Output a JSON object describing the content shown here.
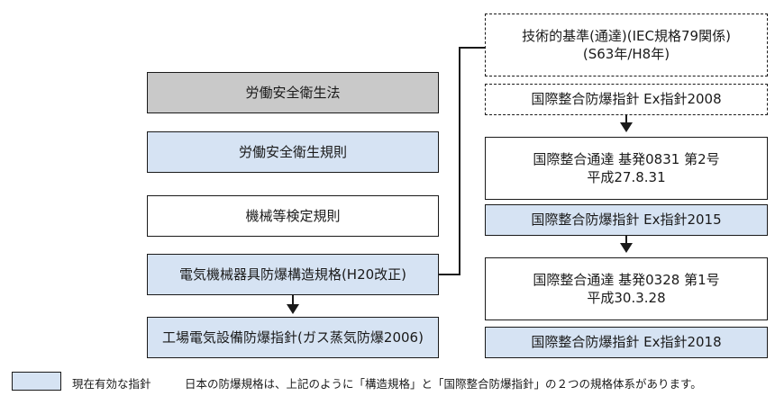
{
  "left_column": {
    "law": "労働安全衛生法",
    "regulation": "労働安全衛生規則",
    "inspection": "機械等検定規則",
    "structure_standard": "電気機械器具防爆構造規格(H20改正)",
    "factory_guide": "工場電気設備防爆指針(ガス蒸気防爆2006)"
  },
  "right_column": {
    "tech_standard_line1": "技術的基準(通達)(IEC規格79関係)",
    "tech_standard_line2": "(S63年/H8年)",
    "ex2008": "国際整合防爆指針 Ex指針2008",
    "notice_0831_line1": "国際整合通達 基発0831 第2号",
    "notice_0831_line2": "平成27.8.31",
    "ex2015": "国際整合防爆指針 Ex指針2015",
    "notice_0328_line1": "国際整合通達 基発0328 第1号",
    "notice_0328_line2": "平成30.3.28",
    "ex2018": "国際整合防爆指針 Ex指針2018"
  },
  "legend": {
    "label": "現在有効な指針",
    "note": "日本の防爆規格は、上記のように「構造規格」と「国際整合防爆指針」の２つの規格体系があります。"
  },
  "colors": {
    "current_valid": "#d6e3f3",
    "law": "#c9c9c9",
    "border": "#1a1a1a"
  }
}
